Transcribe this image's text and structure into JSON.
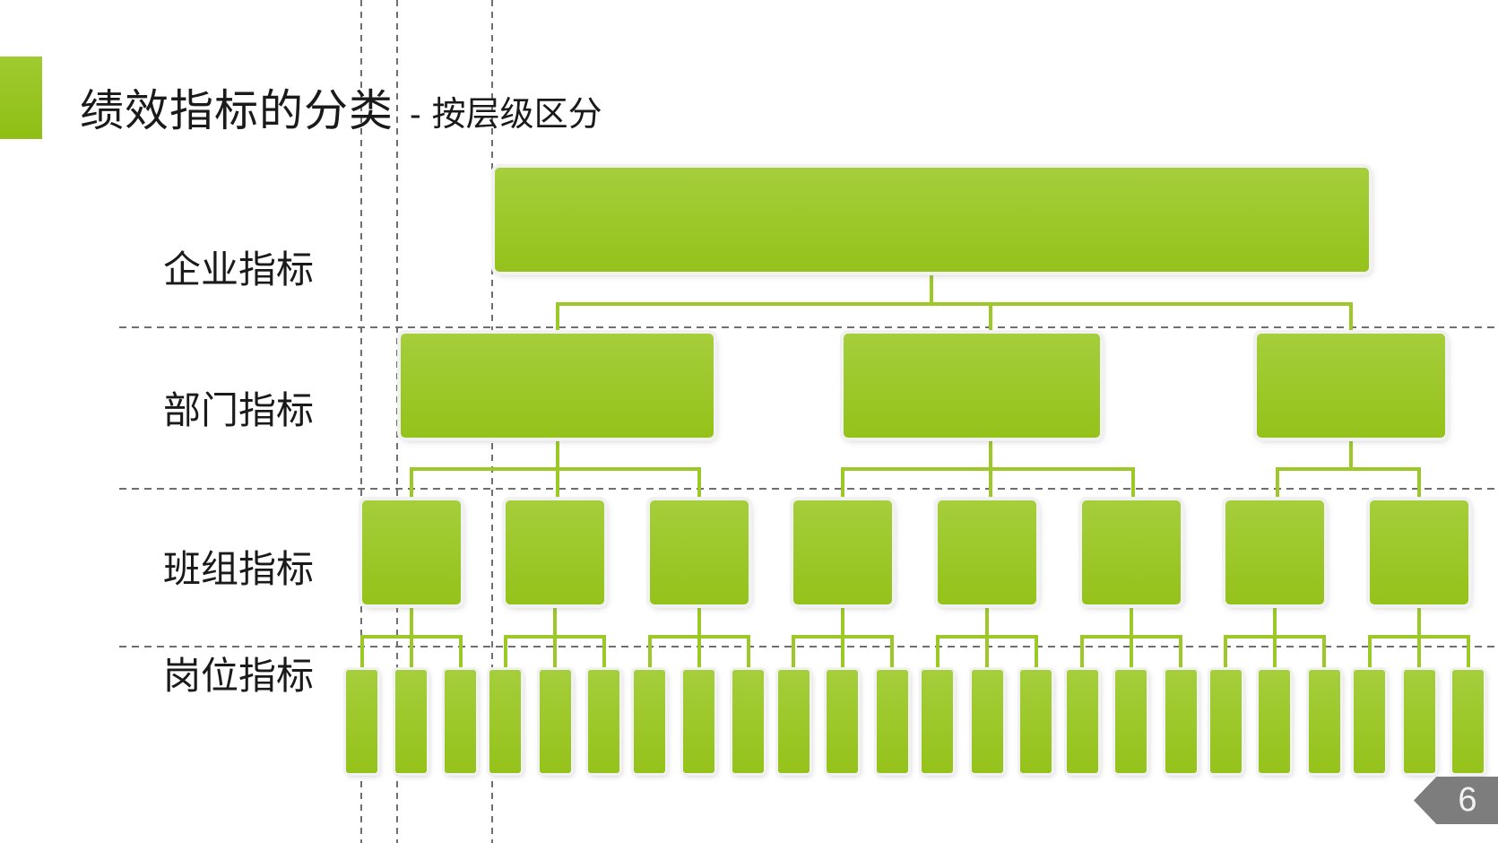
{
  "slide": {
    "title": {
      "main": "绩效指标的分类",
      "separator": "-",
      "subtitle": "按层级区分"
    },
    "page_number": "6"
  },
  "diagram": {
    "type": "org-hierarchy",
    "levels": [
      {
        "label": "企业指标",
        "node_count": 1
      },
      {
        "label": "部门指标",
        "node_count": 3
      },
      {
        "label": "班组指标",
        "node_count": 8
      },
      {
        "label": "岗位指标",
        "node_count": 24
      }
    ],
    "children_per_node": {
      "enterprise": 3,
      "departments": [
        3,
        3,
        2
      ],
      "teams": 3
    }
  },
  "colors": {
    "accent_green": "#9CC828",
    "guide_gray": "#6F6F6F",
    "badge_gray": "#7D7D7D",
    "text": "#1A1A1A"
  }
}
